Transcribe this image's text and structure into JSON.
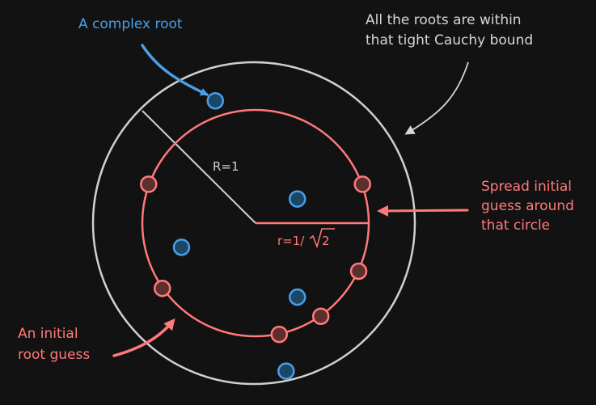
{
  "colors": {
    "background": "#121212",
    "outer_circle": "#d0d0d0",
    "guess_circle": "#ff7a7a",
    "guess_dot_fill": "#5c2f2f",
    "guess_dot_stroke": "#ff7a7a",
    "root_dot_fill": "#1b4766",
    "root_dot_stroke": "#4a9ee8",
    "root_annotation": "#4a9ee8",
    "bound_annotation": "#d6d6d6",
    "guess_annotation": "#ff7a7a"
  },
  "annotations": {
    "complex_root": "A complex root",
    "cauchy_bound_line1": "All the roots are within",
    "cauchy_bound_line2": "that tight Cauchy bound",
    "spread_line1": "Spread initial",
    "spread_line2": "guess around",
    "spread_line3": "that circle",
    "initial_guess_line1": "An initial",
    "initial_guess_line2": "root guess"
  },
  "radius_labels": {
    "outer": "R=1",
    "inner_prefix": "r=1/",
    "inner_radicand": "2"
  },
  "circles": {
    "outer_radius": 1,
    "inner_radius_fraction": 0.7071
  },
  "initial_guesses_angles_deg": [
    -78,
    20,
    160,
    215,
    305,
    335
  ],
  "complex_roots": [
    {
      "re": -0.25,
      "im": 0.76
    },
    {
      "re": 0.26,
      "im": 0.15
    },
    {
      "re": -0.46,
      "im": -0.15
    },
    {
      "re": 0.26,
      "im": -0.46
    },
    {
      "re": 0.19,
      "im": -0.92
    }
  ]
}
